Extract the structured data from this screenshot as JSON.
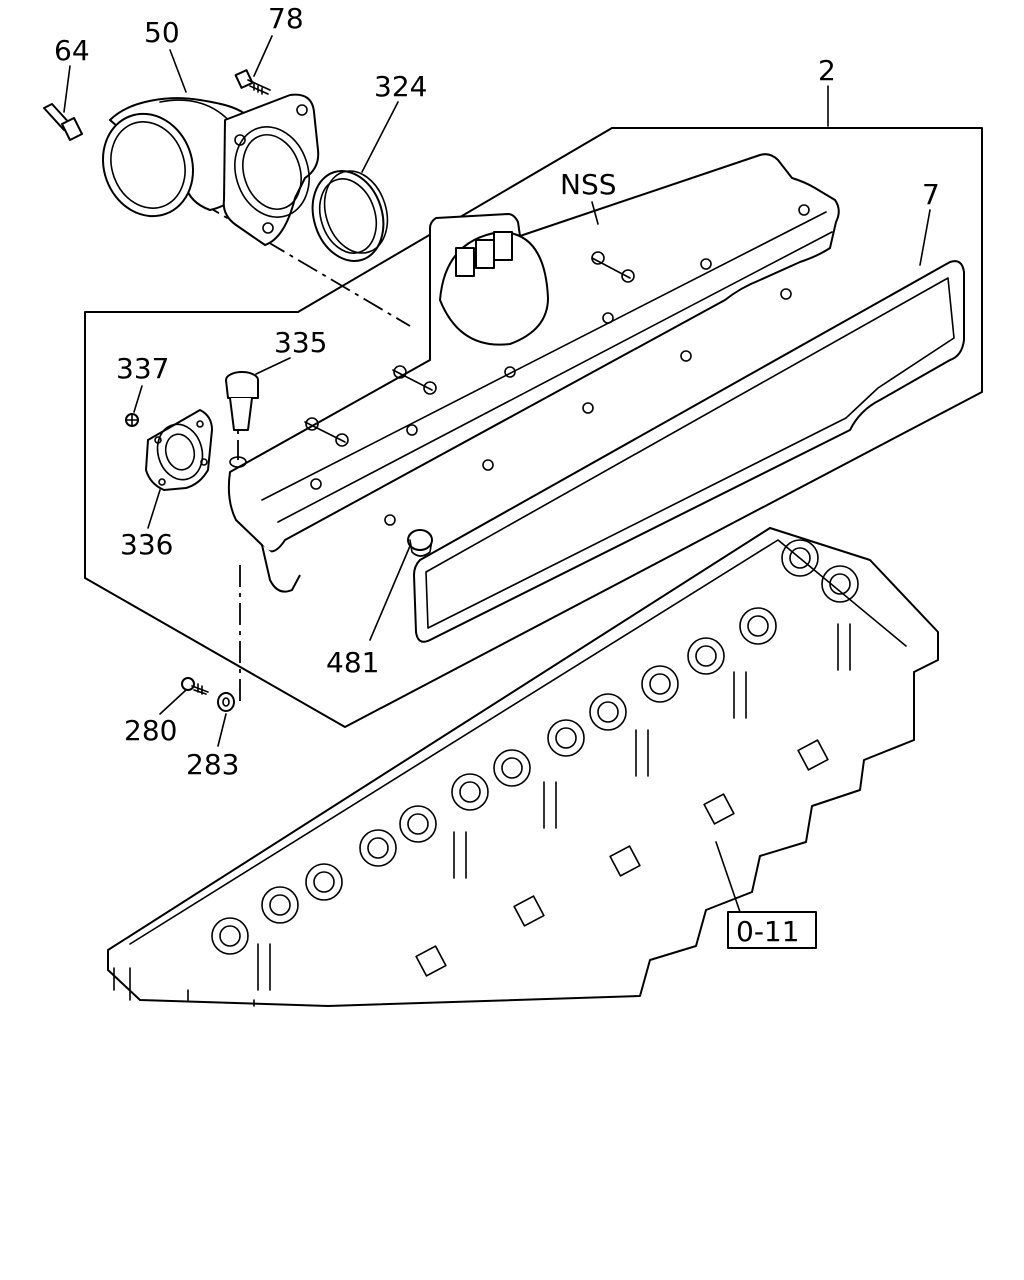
{
  "callouts": {
    "p64": "64",
    "p50": "50",
    "p78": "78",
    "p324": "324",
    "p2": "2",
    "nss": "NSS",
    "p7": "7",
    "p335": "335",
    "p337": "337",
    "p336": "336",
    "p481": "481",
    "p280": "280",
    "p283": "283",
    "ref": "0-11"
  }
}
